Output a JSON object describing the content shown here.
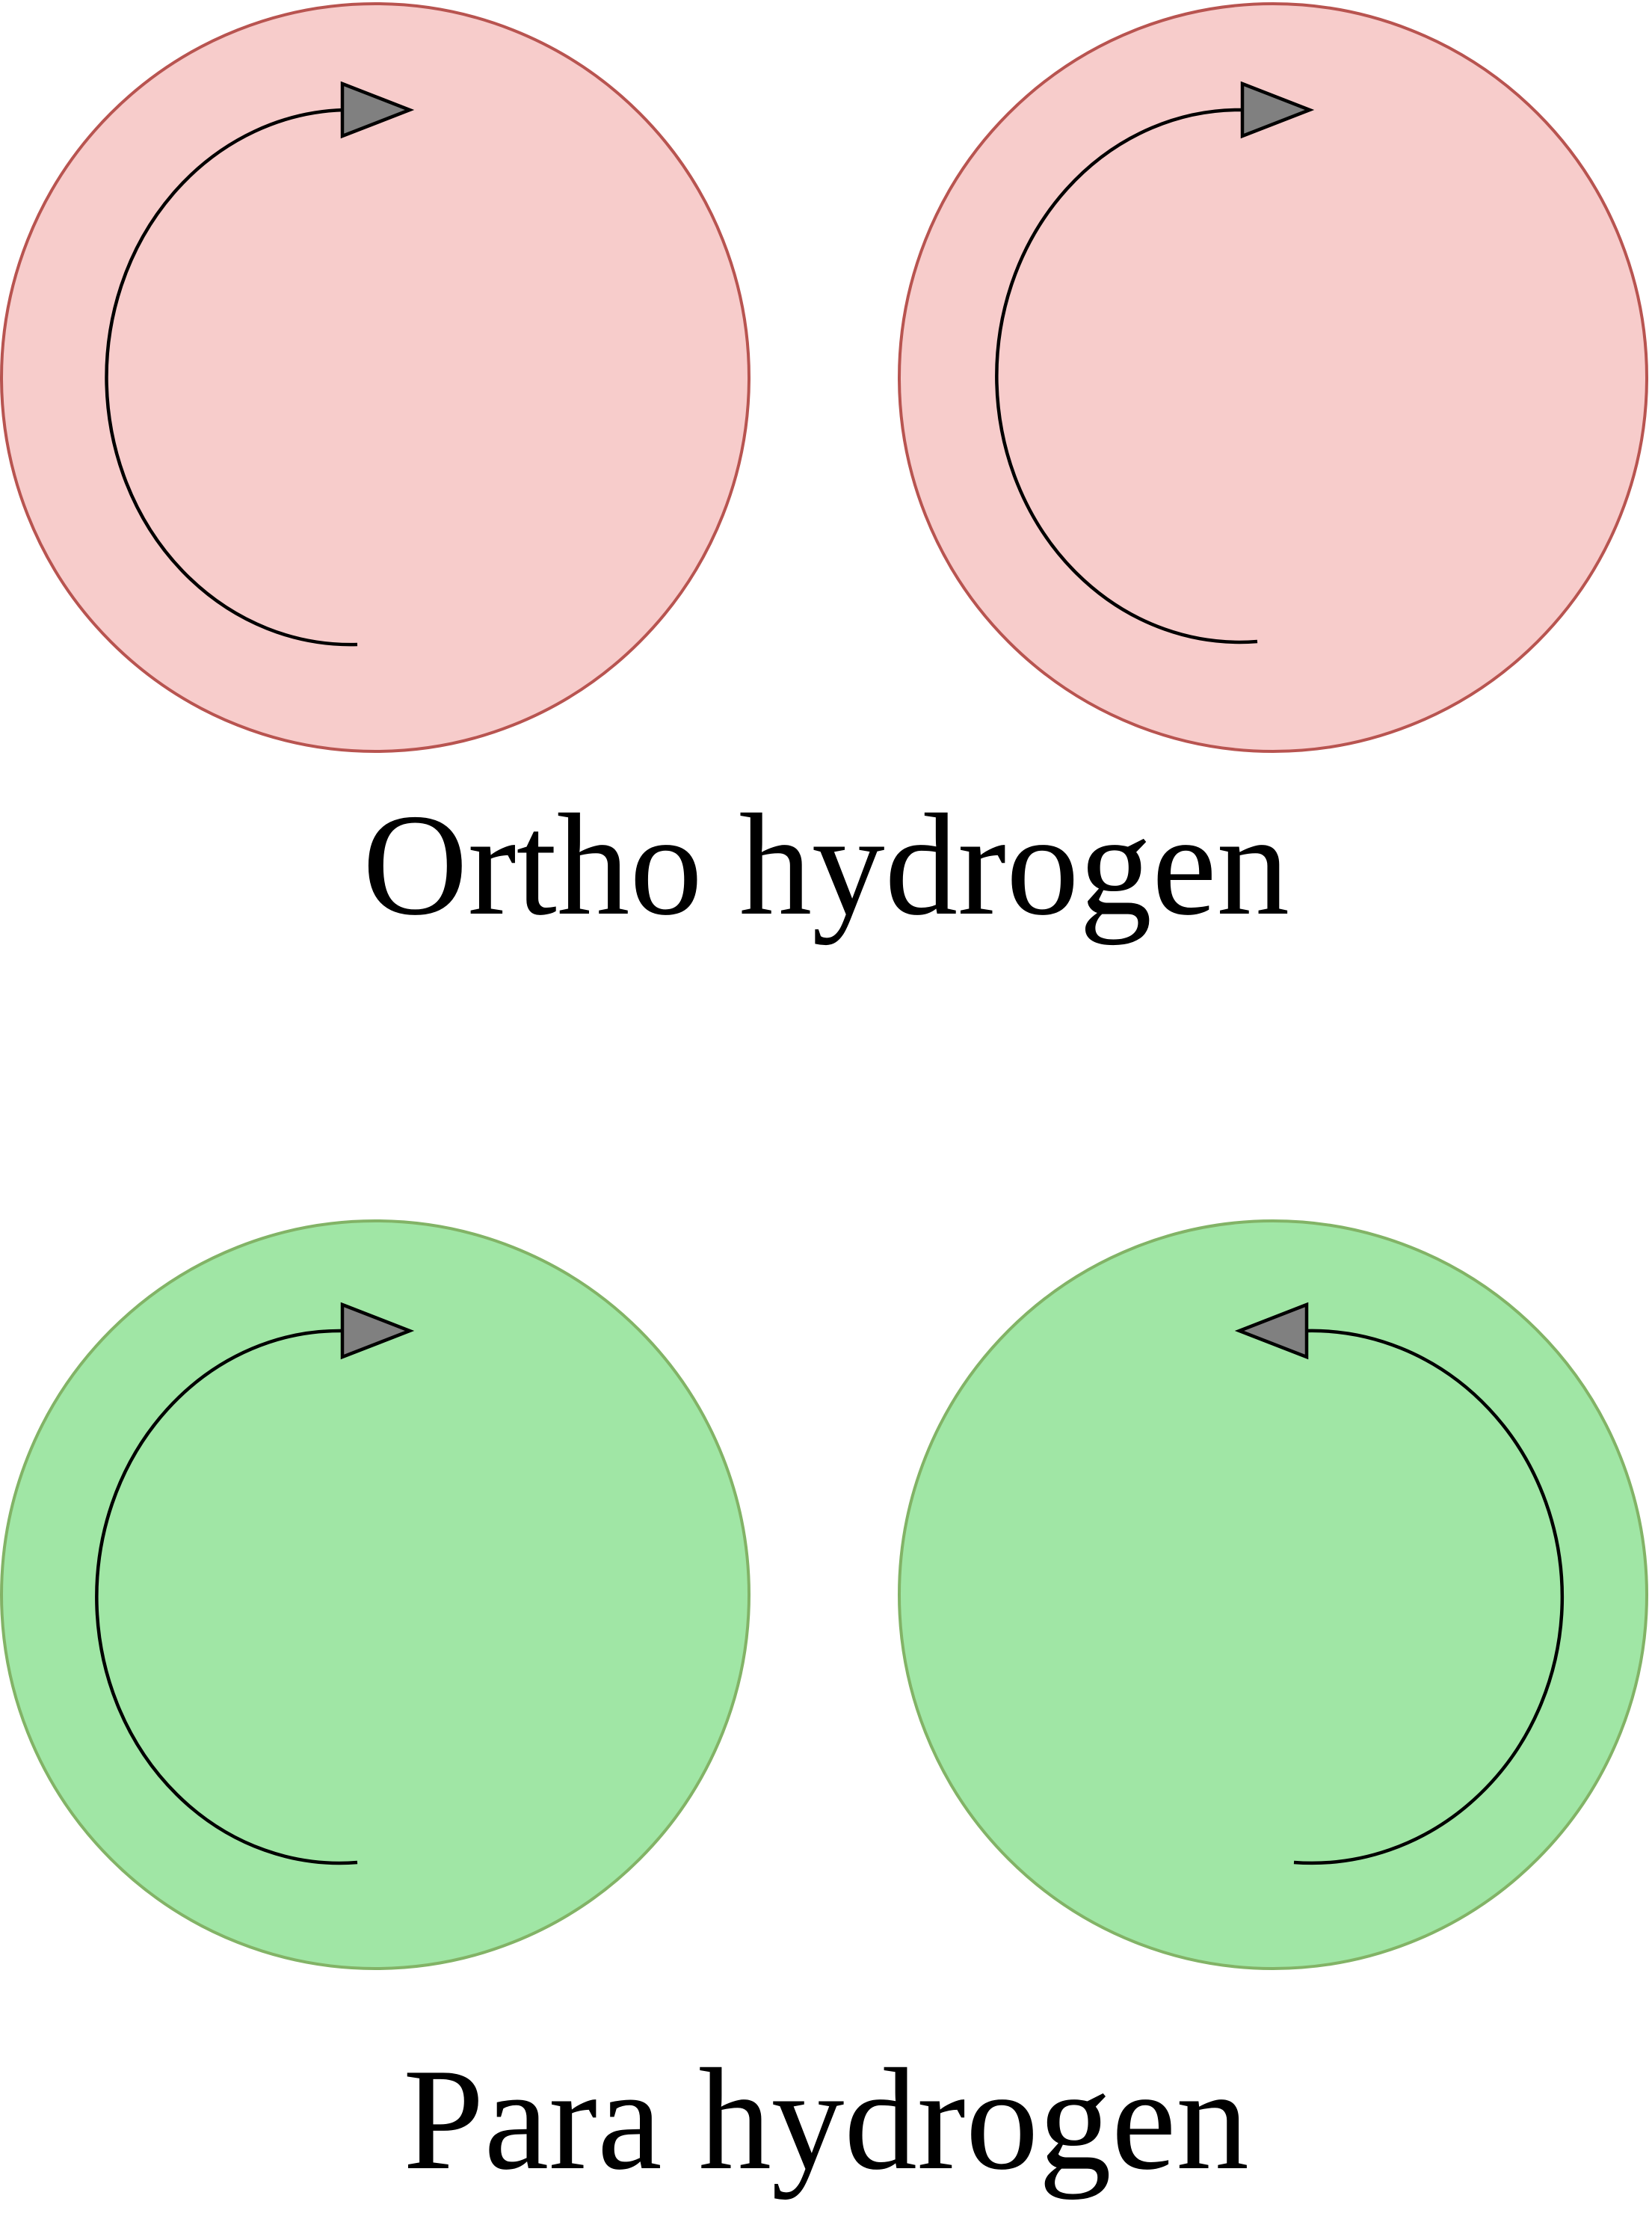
{
  "labels": {
    "ortho": "Ortho hydrogen",
    "para": "Para hydrogen"
  },
  "colors": {
    "ortho_fill": "#f7cccb",
    "ortho_stroke": "#b85450",
    "para_fill": "#a0e6a5",
    "para_stroke": "#82b366",
    "arrowhead_fill": "#808080",
    "line": "#000000"
  },
  "molecules": [
    {
      "id": "ortho",
      "label_key": "ortho",
      "spins": [
        "clockwise",
        "clockwise"
      ]
    },
    {
      "id": "para",
      "label_key": "para",
      "spins": [
        "clockwise",
        "counterclockwise"
      ]
    }
  ]
}
